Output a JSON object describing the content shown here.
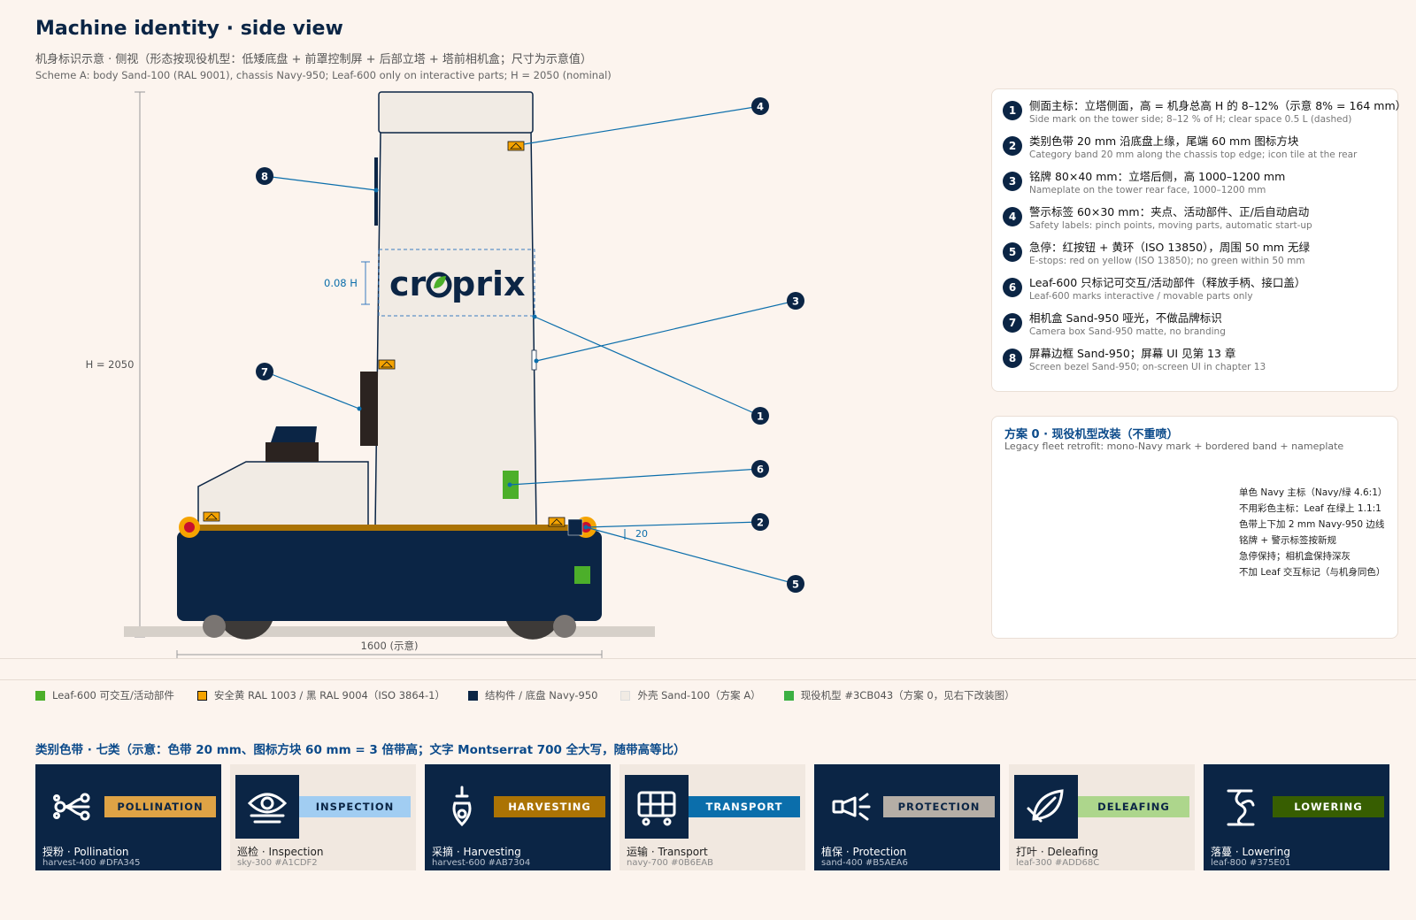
{
  "header": {
    "title": "Machine identity · side view",
    "subtitle_zh": "机身标识示意 · 侧视（形态按现役机型：低矮底盘 + 前罩控制屏 + 后部立塔 + 塔前相机盒；尺寸为示意值）",
    "subtitle_en": "Scheme A: body Sand-100 (RAL 9001), chassis Navy-950; Leaf-600 only on interactive parts; H = 2050 (nominal)"
  },
  "diagram": {
    "height_label": "H = 2050",
    "width_label": "1600 (示意)",
    "logo_height_label": "0.08 H",
    "band_height_label": "20",
    "brand_text_pre": "cr",
    "brand_text_post": "prix",
    "callouts": [
      "1",
      "2",
      "3",
      "4",
      "5",
      "6",
      "7",
      "8"
    ]
  },
  "legend": {
    "items": [
      {
        "num": "1",
        "zh": "侧面主标：立塔侧面，高 = 机身总高 H 的 8–12%（示意 8% = 164 mm）",
        "en": "Side mark on the tower side; 8–12 % of H; clear space 0.5 L (dashed)"
      },
      {
        "num": "2",
        "zh": "类别色带 20 mm 沿底盘上缘，尾端 60 mm 图标方块",
        "en": "Category band 20 mm along the chassis top edge; icon tile at the rear"
      },
      {
        "num": "3",
        "zh": "铭牌 80×40 mm：立塔后侧，高 1000–1200 mm",
        "en": "Nameplate on the tower rear face, 1000–1200 mm"
      },
      {
        "num": "4",
        "zh": "警示标签 60×30 mm：夹点、活动部件、正/后自动启动",
        "en": "Safety labels: pinch points, moving parts, automatic start-up"
      },
      {
        "num": "5",
        "zh": "急停：红按钮 + 黄环（ISO 13850），周围 50 mm 无绿",
        "en": "E-stops: red on yellow (ISO 13850); no green within 50 mm"
      },
      {
        "num": "6",
        "zh": "Leaf-600 只标记可交互/活动部件（释放手柄、接口盖）",
        "en": "Leaf-600 marks interactive / movable parts only"
      },
      {
        "num": "7",
        "zh": "相机盒 Sand-950 哑光，不做品牌标识",
        "en": "Camera box Sand-950 matte, no branding"
      },
      {
        "num": "8",
        "zh": "屏幕边框 Sand-950；屏幕 UI 见第 13 章",
        "en": "Screen bezel Sand-950; on-screen UI in chapter 13"
      }
    ]
  },
  "scheme0": {
    "title": "方案 0 · 现役机型改装（不重喷）",
    "subtitle": "Legacy fleet retrofit: mono-Navy mark + bordered band + nameplate",
    "notes": [
      "单色 Navy 主标（Navy/绿 4.6:1）",
      "不用彩色主标：Leaf 在绿上 1.1:1",
      "色带上下加 2 mm Navy-950 边线",
      "铭牌 + 警示标签按新规",
      "急停保持；相机盒保持深灰",
      "不加 Leaf 交互标记（与机身同色）"
    ]
  },
  "color_legend": [
    {
      "color": "#4caf2a",
      "label": "Leaf-600 可交互/活动部件"
    },
    {
      "color": "#f5a300",
      "label": "安全黄 RAL 1003 / 黑 RAL 9004（ISO 3864-1）"
    },
    {
      "color": "#0b2545",
      "label": "结构件 / 底盘 Navy-950"
    },
    {
      "color": "#f1ebe4",
      "label": "外壳 Sand-100（方案 A）"
    },
    {
      "color": "#3cb043",
      "label": "现役机型 #3CB043（方案 0，见右下改装图）"
    }
  ],
  "bands": {
    "title": "类别色带 · 七类（示意：色带 20 mm、图标方块 60 mm = 3 倍带高；文字 Montserrat 700 全大写，随带高等比）",
    "items": [
      {
        "label": "POLLINATION",
        "name": "授粉 · Pollination",
        "hex": "harvest-400 #DFA345",
        "band_color": "#DFA345",
        "card_bg": "#0b2545",
        "tile_bg": "#0b2545",
        "band_text": "#0b2545",
        "card_text": "#ffffff",
        "sub_text": "#b9c3d1",
        "icon": "pollination-icon"
      },
      {
        "label": "INSPECTION",
        "name": "巡检 · Inspection",
        "hex": "sky-300 #A1CDF2",
        "band_color": "#A1CDF2",
        "card_bg": "#f1e8e0",
        "tile_bg": "#0b2545",
        "band_text": "#0b2545",
        "card_text": "#222222",
        "sub_text": "#888888",
        "icon": "eye-icon"
      },
      {
        "label": "HARVESTING",
        "name": "采摘 · Harvesting",
        "hex": "harvest-600 #AB7304",
        "band_color": "#AB7304",
        "card_bg": "#0b2545",
        "tile_bg": "#0b2545",
        "band_text": "#ffffff",
        "card_text": "#ffffff",
        "sub_text": "#b9c3d1",
        "icon": "gripper-icon"
      },
      {
        "label": "TRANSPORT",
        "name": "运输 · Transport",
        "hex": "navy-700 #0B6EAB",
        "band_color": "#0B6EAB",
        "card_bg": "#f1e8e0",
        "tile_bg": "#0b2545",
        "band_text": "#ffffff",
        "card_text": "#222222",
        "sub_text": "#888888",
        "icon": "crate-icon"
      },
      {
        "label": "PROTECTION",
        "name": "植保 · Protection",
        "hex": "sand-400 #B5AEA6",
        "band_color": "#B5AEA6",
        "card_bg": "#0b2545",
        "tile_bg": "#0b2545",
        "band_text": "#0b2545",
        "card_text": "#ffffff",
        "sub_text": "#b9c3d1",
        "icon": "sprayer-icon"
      },
      {
        "label": "DELEAFING",
        "name": "打叶 · Deleafing",
        "hex": "leaf-300 #ADD68C",
        "band_color": "#ADD68C",
        "card_bg": "#f1e8e0",
        "tile_bg": "#0b2545",
        "band_text": "#0b2545",
        "card_text": "#222222",
        "sub_text": "#888888",
        "icon": "leaf-cut-icon"
      },
      {
        "label": "LOWERING",
        "name": "落蔓 · Lowering",
        "hex": "leaf-800 #375E01",
        "band_color": "#375E01",
        "card_bg": "#0b2545",
        "tile_bg": "#0b2545",
        "band_text": "#ffffff",
        "card_text": "#ffffff",
        "sub_text": "#b9c3d1",
        "icon": "vine-icon"
      }
    ]
  }
}
